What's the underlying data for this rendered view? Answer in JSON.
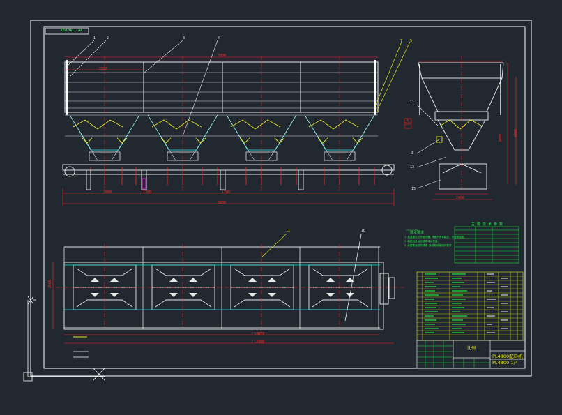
{
  "drawing": {
    "corner_tag": "DS/04-1 A4",
    "product_name": "PL4800配料机",
    "drawing_number": "PL4800-1/4",
    "scale_label": "比例"
  },
  "colors": {
    "background": "#212830",
    "frame": "#ffffff",
    "structure": "#e0e0e0",
    "dimension": "#ff2020",
    "centerline": "#ff2020",
    "leader": "#e0e020",
    "cyan": "#20e0e0",
    "green": "#20e040",
    "magenta": "#e020e0"
  },
  "balloons": {
    "front": [
      "1",
      "2",
      "8",
      "4",
      "7",
      "5"
    ],
    "side": [
      "11",
      "6",
      "3",
      "13",
      "15"
    ],
    "plan": [
      "11",
      "10"
    ]
  },
  "dimensions": {
    "front_overall_top": "7800",
    "front_bin_span": "2880",
    "front_overall_bottom": "9800",
    "front_sub": [
      "2800",
      "1780",
      "1780"
    ],
    "side_height": "3800",
    "side_total": "4000",
    "side_width": "2400",
    "plan_width": "14879",
    "plan_total": "14900",
    "plan_left": "2500"
  },
  "notes_title": "技术要求",
  "notes": [
    "1.各连接处应牢固可靠,焊缝不得有裂纹、夹渣等缺陷.",
    "2.装配后各运动部件转动灵活.",
    "3.外露表面涂防锈漆,面漆颜色按用户要求."
  ],
  "spec_title": "主 要 技 术 参 数"
}
